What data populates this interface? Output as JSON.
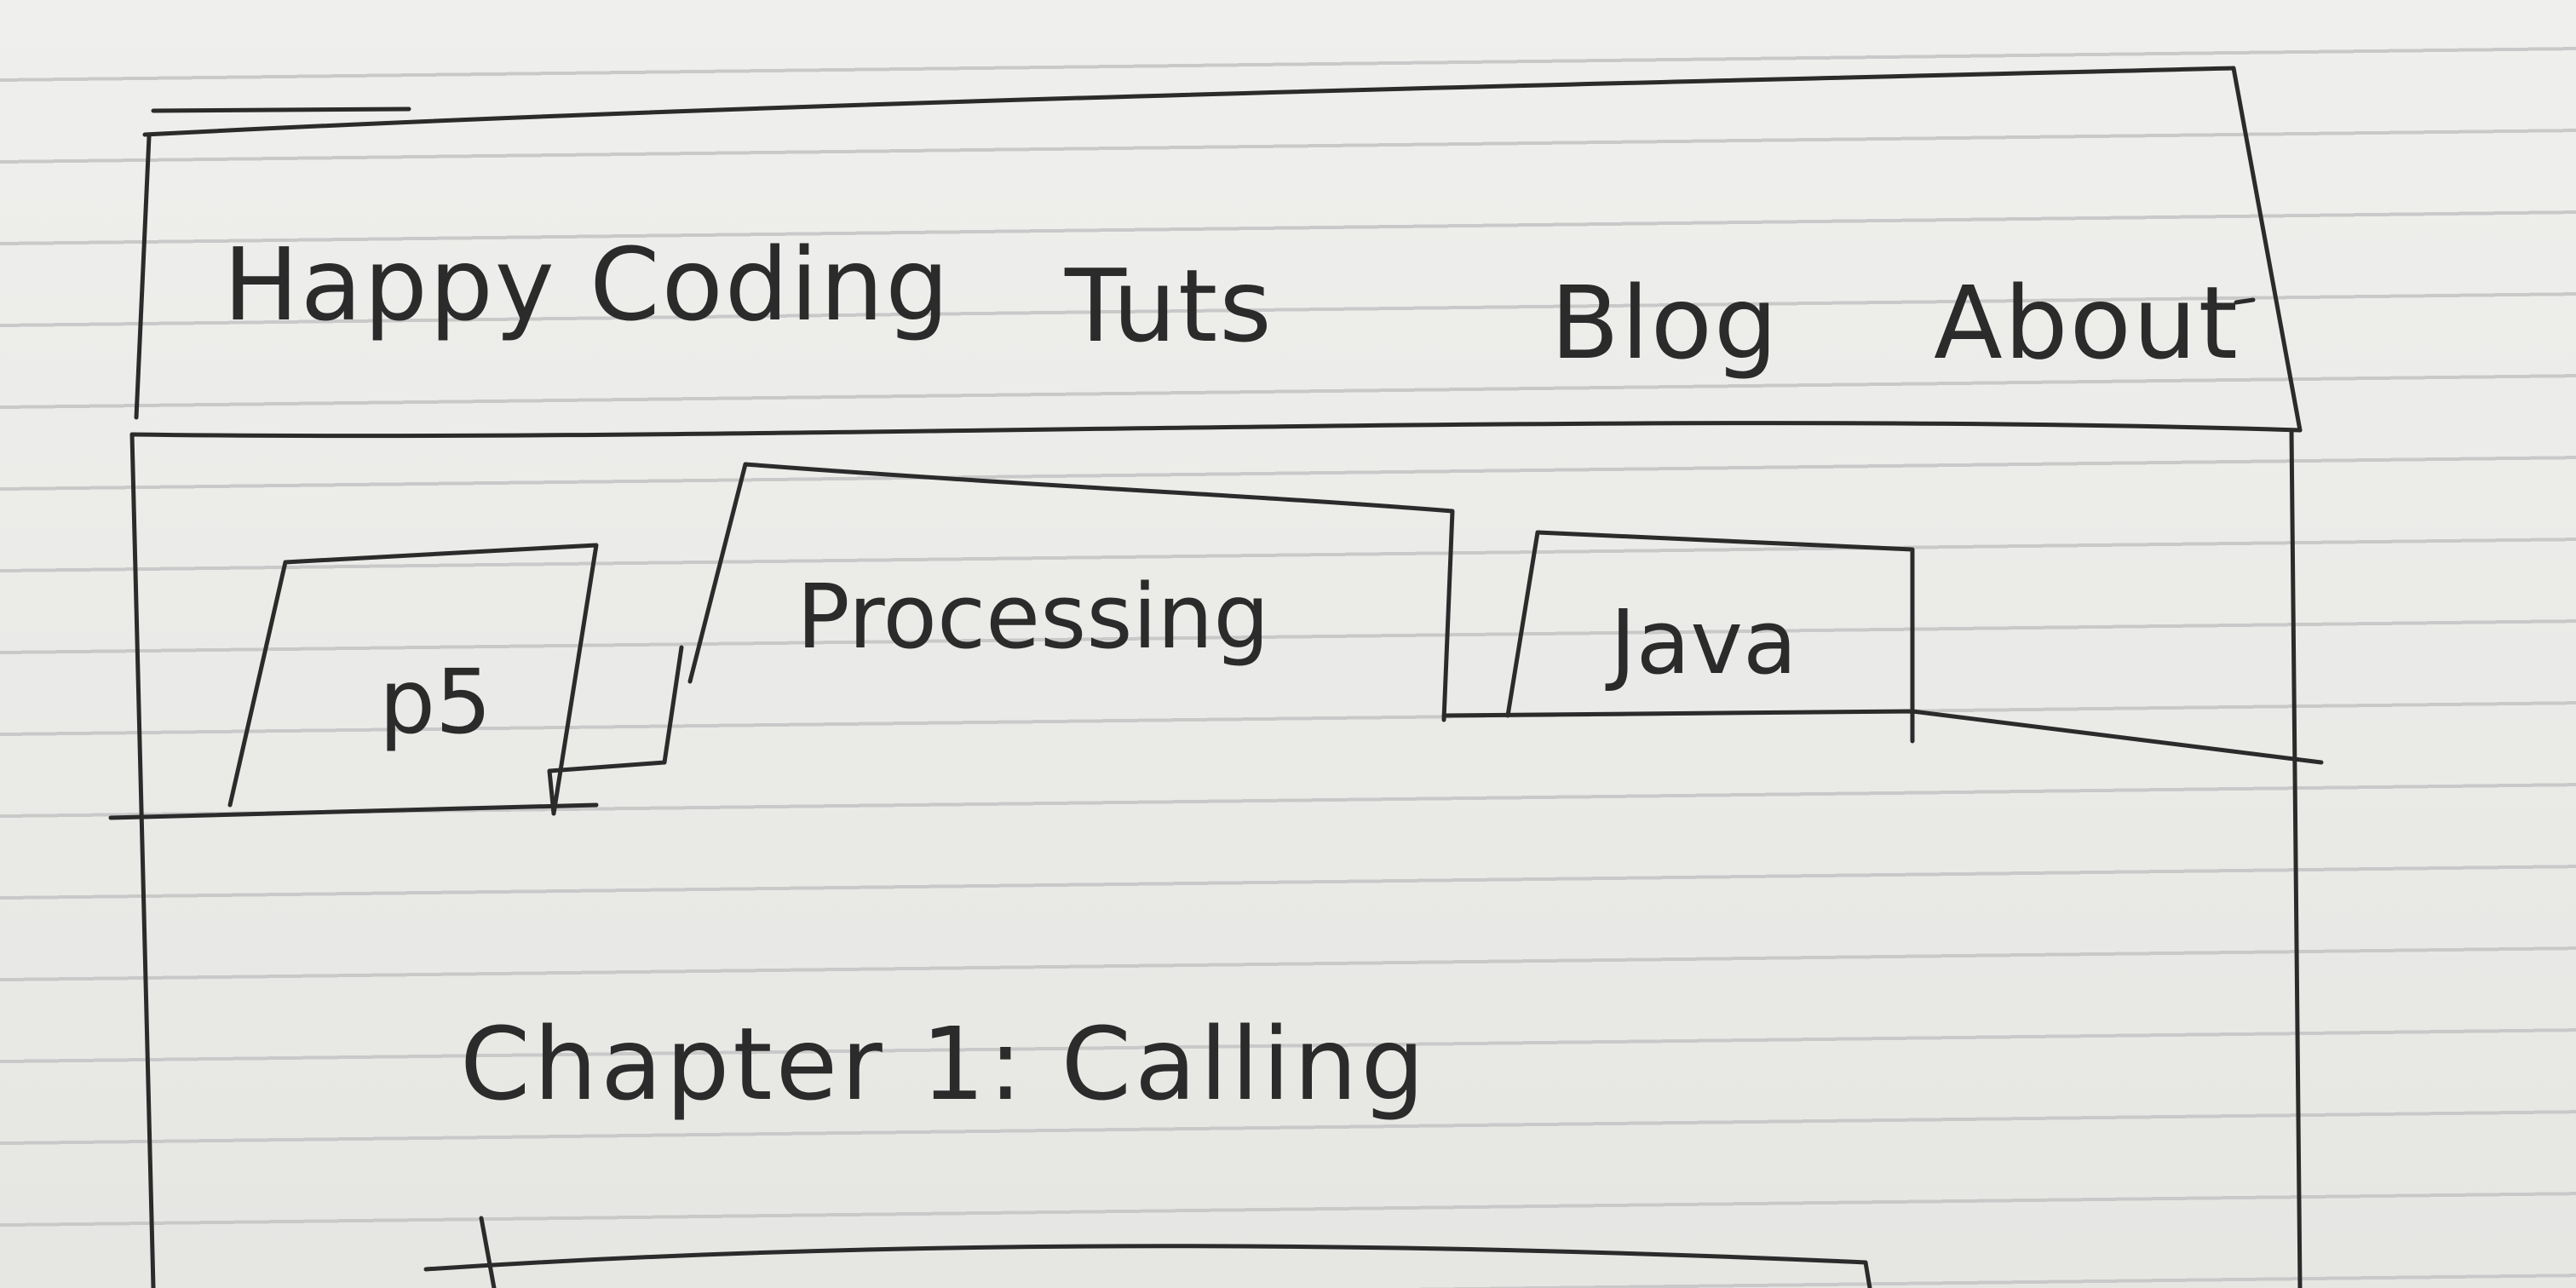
{
  "header": {
    "site_title": "Happy Coding",
    "nav_items": [
      {
        "label": "Tuts",
        "id": "tuts"
      },
      {
        "label": "Blog",
        "id": "blog"
      },
      {
        "label": "About",
        "id": "about"
      }
    ]
  },
  "tabs": {
    "items": [
      {
        "label": "p5",
        "active": false
      },
      {
        "label": "Processing",
        "active": true
      },
      {
        "label": "Java",
        "active": false
      }
    ]
  },
  "main": {
    "chapter_title": "Chapter 1: Calling"
  }
}
